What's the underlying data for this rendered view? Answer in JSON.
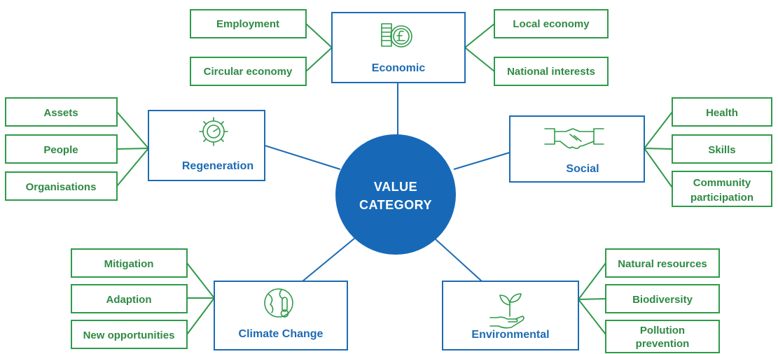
{
  "center": {
    "line1": "VALUE",
    "line2": "CATEGORY"
  },
  "colors": {
    "primary": "#1d6bb3",
    "secondary": "#2f9a4a",
    "leaf_text": "#2f8a44",
    "background": "#ffffff"
  },
  "categories": [
    {
      "id": "economic",
      "label": "Economic",
      "icon": "pound-coins-icon",
      "items": [
        [
          "Employment"
        ],
        [
          "Circular economy"
        ],
        [
          "Local economy"
        ],
        [
          "National interests"
        ]
      ]
    },
    {
      "id": "regeneration",
      "label": "Regeneration",
      "icon": "gear-gauge-icon",
      "items": [
        [
          "Assets"
        ],
        [
          "People"
        ],
        [
          "Organisations"
        ]
      ]
    },
    {
      "id": "social",
      "label": "Social",
      "icon": "handshake-icon",
      "items": [
        [
          "Health"
        ],
        [
          "Skills"
        ],
        [
          "Community",
          "participation"
        ]
      ]
    },
    {
      "id": "climate-change",
      "label": "Climate Change",
      "icon": "globe-thermometer-icon",
      "items": [
        [
          "Mitigation"
        ],
        [
          "Adaption"
        ],
        [
          "New opportunities"
        ]
      ]
    },
    {
      "id": "environmental",
      "label": "Environmental",
      "icon": "hand-sprout-icon",
      "items": [
        [
          "Natural resources"
        ],
        [
          "Biodiversity"
        ],
        [
          "Pollution",
          "prevention"
        ]
      ]
    }
  ]
}
